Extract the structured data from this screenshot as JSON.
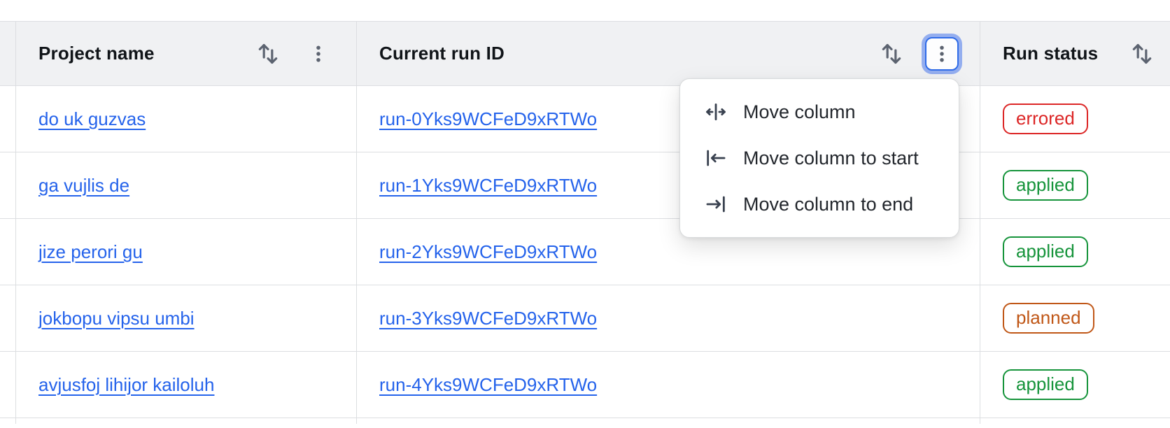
{
  "table": {
    "columns": [
      {
        "label": "Project name",
        "icons": [
          "sort-icon",
          "kebab-menu-icon"
        ]
      },
      {
        "label": "Current run ID",
        "icons": [
          "sort-icon",
          "kebab-menu-icon"
        ]
      },
      {
        "label": "Run status",
        "icons": [
          "sort-icon"
        ]
      }
    ],
    "rows": [
      {
        "project": "do uk guzvas",
        "run_id": "run-0Yks9WCFeD9xRTWo",
        "status": "errored"
      },
      {
        "project": "ga vujlis de",
        "run_id": "run-1Yks9WCFeD9xRTWo",
        "status": "applied"
      },
      {
        "project": "jize perori gu",
        "run_id": "run-2Yks9WCFeD9xRTWo",
        "status": "applied"
      },
      {
        "project": "jokbopu vipsu umbi",
        "run_id": "run-3Yks9WCFeD9xRTWo",
        "status": "planned"
      },
      {
        "project": "avjusfoj lihijor kailoluh",
        "run_id": "run-4Yks9WCFeD9xRTWo",
        "status": "applied"
      }
    ]
  },
  "column_menu": {
    "open_for_column": "Current run ID",
    "items": [
      {
        "icon": "move-column-icon",
        "label": "Move column"
      },
      {
        "icon": "move-column-to-start-icon",
        "label": "Move column to start"
      },
      {
        "icon": "move-column-to-end-icon",
        "label": "Move column to end"
      }
    ]
  },
  "colors": {
    "link": "#2563eb",
    "focus_ring": "#2f6be8",
    "header_bg": "#f0f1f3",
    "border": "#dcdee1",
    "status": {
      "errored": "#dc2626",
      "applied": "#16943b",
      "planned": "#c05717"
    }
  }
}
